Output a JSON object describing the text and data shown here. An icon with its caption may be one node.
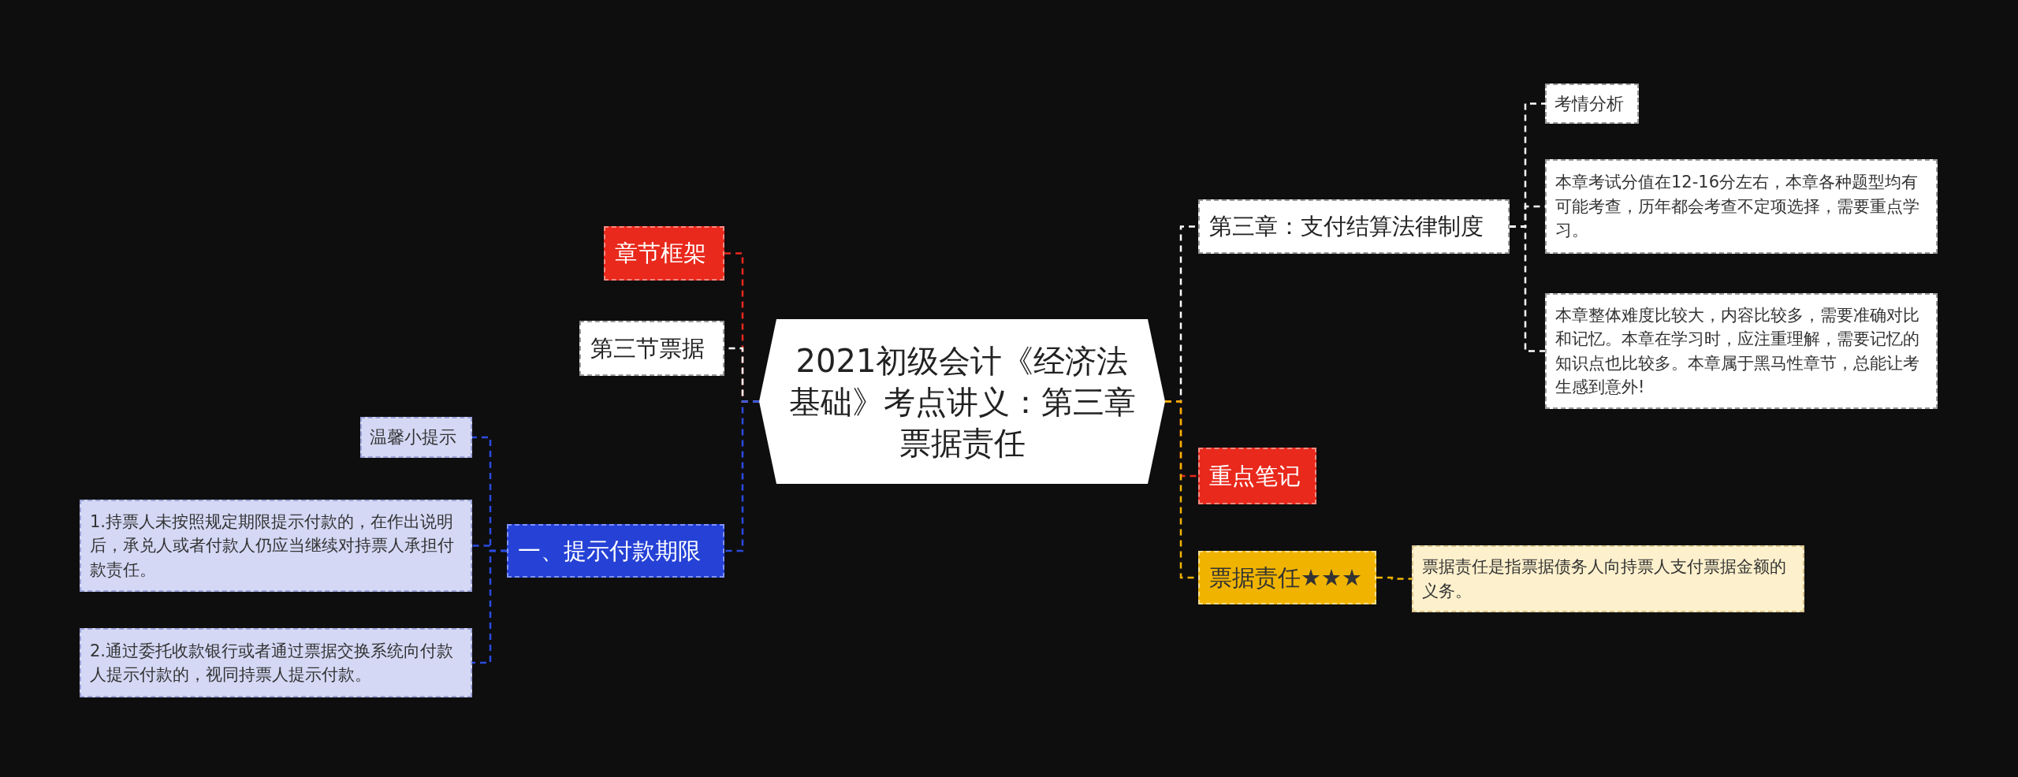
{
  "diagram": {
    "nodes": [
      {
        "text": [
          "2021初级会计《经济法基础》考点讲义：第三章票据责任"
        ]
      },
      {
        "text": [
          "章节框架"
        ]
      },
      {
        "text": [
          "第三节票据"
        ]
      },
      {
        "text": [
          "一、提示付款期限"
        ]
      },
      {
        "text": [
          "温馨小提示"
        ]
      },
      {
        "text": [
          "1.持票人未按照规定期限提示付款的，在作出说明后，承兑人或者付款人仍应当继续对持票人承担付款责任。"
        ]
      },
      {
        "text": [
          "2.通过委托收款银行或者通过票据交换系统向付款人提示付款的，视同持票人提示付款。"
        ]
      },
      {
        "text": [
          "第三章：支付结算法律制度"
        ]
      },
      {
        "text": [
          "考情分析"
        ]
      },
      {
        "text": [
          "本章考试分值在12-16分左右，本章各种题型均有可能考查，历年都会考查不定项选择，需要重点学习。"
        ]
      },
      {
        "text": [
          "本章整体难度比较大，内容比较多，需要准确对比和记忆。本章在学习时，应注重理解，需要记忆的知识点也比较多。本章属于黑马性章节，总能让考生感到意外!"
        ]
      },
      {
        "text": [
          "重点笔记"
        ]
      },
      {
        "text": [
          "票据责任★★★"
        ]
      },
      {
        "text": [
          "票据责任是指票据债务人向持票人支付票据金额的义务。"
        ]
      }
    ],
    "edges": [
      {
        "from": 0,
        "to": 1,
        "arrow": "none",
        "style": "dashed",
        "color": "#e8291c"
      },
      {
        "from": 0,
        "to": 2,
        "arrow": "none",
        "style": "dashed",
        "color": "#ffffff"
      },
      {
        "from": 0,
        "to": 3,
        "arrow": "none",
        "style": "dashed",
        "color": "#2a4be0"
      },
      {
        "from": 3,
        "to": 4,
        "arrow": "none",
        "style": "dashed",
        "color": "#2a4be0"
      },
      {
        "from": 3,
        "to": 5,
        "arrow": "none",
        "style": "dashed",
        "color": "#2a4be0"
      },
      {
        "from": 3,
        "to": 6,
        "arrow": "none",
        "style": "dashed",
        "color": "#2a4be0"
      },
      {
        "from": 0,
        "to": 7,
        "arrow": "none",
        "style": "dashed",
        "color": "#ffffff"
      },
      {
        "from": 7,
        "to": 8,
        "arrow": "none",
        "style": "dashed",
        "color": "#ffffff"
      },
      {
        "from": 7,
        "to": 9,
        "arrow": "none",
        "style": "dashed",
        "color": "#ffffff"
      },
      {
        "from": 7,
        "to": 10,
        "arrow": "none",
        "style": "dashed",
        "color": "#ffffff"
      },
      {
        "from": 0,
        "to": 11,
        "arrow": "none",
        "style": "dashed",
        "color": "#e8291c"
      },
      {
        "from": 0,
        "to": 12,
        "arrow": "none",
        "style": "dashed",
        "color": "#f0b400"
      },
      {
        "from": 12,
        "to": 13,
        "arrow": "none",
        "style": "dashed",
        "color": "#f0b400"
      }
    ]
  }
}
